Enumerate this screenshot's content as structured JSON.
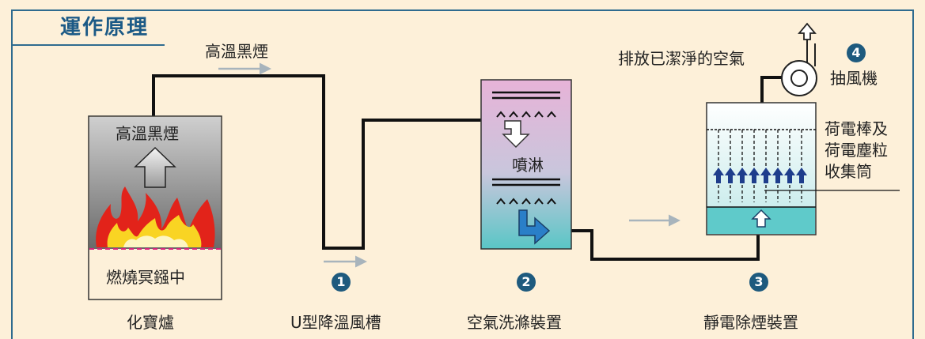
{
  "title": "運作原理",
  "labels": {
    "smoke_top": "高溫黑煙",
    "furnace_smoke": "高溫黑煙",
    "furnace_burning": "燃燒冥鏹中",
    "furnace_name": "化寶爐",
    "step1_name": "U型降溫風槽",
    "scrubber_text": "噴淋",
    "step2_name": "空氣洗滌裝置",
    "step3_name": "靜電除煙裝置",
    "exhaust_text": "排放已潔淨的空氣",
    "step4_name": "抽風機",
    "esp_label_1": "荷電棒及",
    "esp_label_2": "荷電塵粒",
    "esp_label_3": "收集筒"
  },
  "steps": {
    "n1": "1",
    "n2": "2",
    "n3": "3",
    "n4": "4"
  },
  "colors": {
    "background": "#fdf0d9",
    "frame": "#2f6b8f",
    "title": "#1c5a86",
    "badge": "#1e5a7e",
    "pipe": "#111111",
    "flame_red": "#e2231a",
    "flame_yellow": "#f9d423",
    "arrow_blue": "#2a7fc8"
  }
}
